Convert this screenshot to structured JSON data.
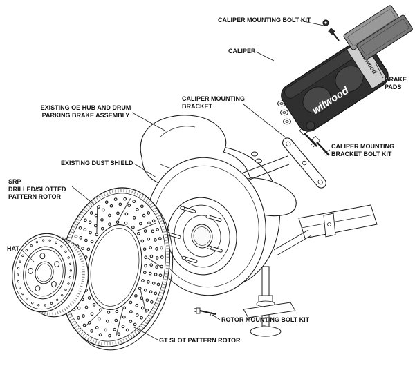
{
  "diagram": {
    "background": "#ffffff",
    "labels": {
      "caliper_mounting_bolt_kit": "CALIPER MOUNTING BOLT KIT",
      "caliper": "CALIPER",
      "brake_pads": "BRAKE PADS",
      "caliper_mounting_bracket": "CALIPER MOUNTING BRACKET",
      "existing_hub": "EXISTING OE HUB AND DRUM PARKING BRAKE ASSEMBLY",
      "caliper_mounting_bracket_bolt_kit": "CALIPER MOUNTING BRACKET BOLT KIT",
      "existing_dust_shield": "EXISTING DUST SHIELD",
      "srp_rotor": "SRP DRILLED/SLOTTED PATTERN ROTOR",
      "hat": "HAT",
      "rotor_mounting_bolt_kit": "ROTOR MOUNTING BOLT KIT",
      "gt_rotor": "GT SLOT PATTERN ROTOR"
    },
    "brand": {
      "caliper_text": "wilwood",
      "caliper_side_text": "wilwood"
    },
    "colors": {
      "line": "#1a1a1a",
      "caliper_body": "#2f2f2f",
      "pad_back": "#999999",
      "pad_front": "#777777",
      "background": "#ffffff"
    }
  }
}
